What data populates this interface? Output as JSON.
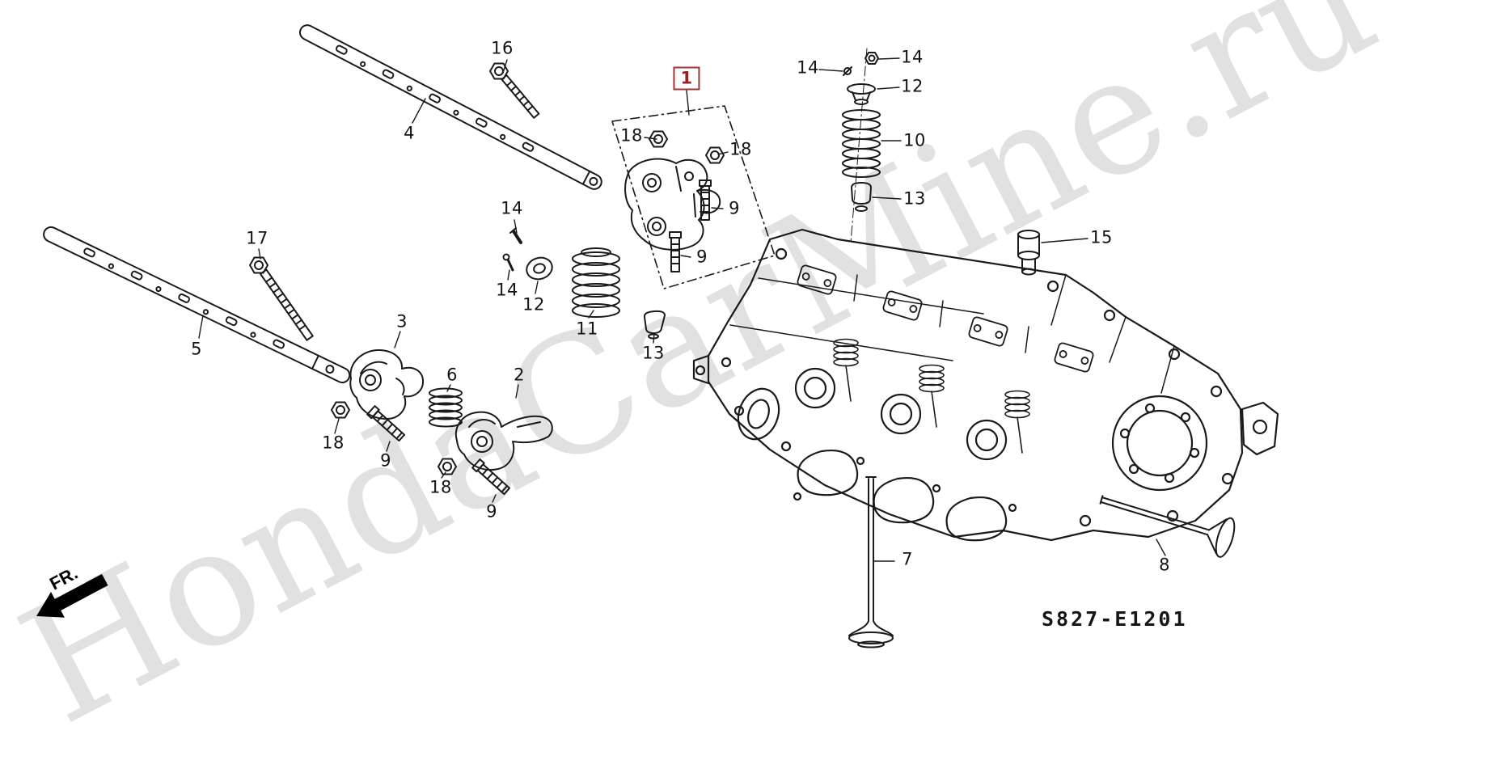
{
  "diagram": {
    "code": "S827-E1201",
    "fr_label": "FR.",
    "watermark": "HondaCarMine.ru",
    "highlight_color": "#9c2222",
    "line_color": "#1a1a1a",
    "watermark_color": "#c9c9c9",
    "background_color": "#ffffff"
  },
  "callouts": [
    {
      "text": "16"
    },
    {
      "text": "4"
    },
    {
      "text": "1",
      "highlighted": true
    },
    {
      "text": "18"
    },
    {
      "text": "18"
    },
    {
      "text": "9"
    },
    {
      "text": "9"
    },
    {
      "text": "14"
    },
    {
      "text": "14"
    },
    {
      "text": "12"
    },
    {
      "text": "10"
    },
    {
      "text": "13"
    },
    {
      "text": "15"
    },
    {
      "text": "14"
    },
    {
      "text": "14"
    },
    {
      "text": "12"
    },
    {
      "text": "11"
    },
    {
      "text": "13"
    },
    {
      "text": "17"
    },
    {
      "text": "5"
    },
    {
      "text": "3"
    },
    {
      "text": "18"
    },
    {
      "text": "9"
    },
    {
      "text": "6"
    },
    {
      "text": "2"
    },
    {
      "text": "18"
    },
    {
      "text": "9"
    },
    {
      "text": "7"
    },
    {
      "text": "8"
    }
  ]
}
